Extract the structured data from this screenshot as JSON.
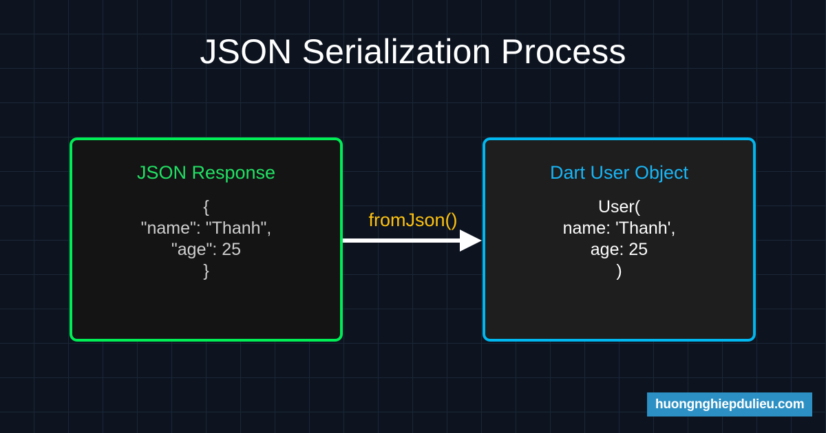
{
  "title": "JSON Serialization Process",
  "theme": {
    "background": "#0d1420",
    "grid_line": "#1b2636",
    "title_color": "#ffffff",
    "green_accent": "#00ee55",
    "cyan_accent": "#00b7f0",
    "amber_accent": "#ffc20e",
    "arrow_color": "#ffffff",
    "watermark_background": "#2d90c4"
  },
  "source_node": {
    "heading": "JSON Response",
    "heading_color": "#21e063",
    "body": "{\n\"name\": \"Thanh\",\n\"age\": 25\n}",
    "border_color": "#00ee55",
    "fill_color": "#141414"
  },
  "target_node": {
    "heading": "Dart User Object",
    "heading_color": "#19b6f6",
    "body": "User(\nname: 'Thanh',\nage: 25\n)",
    "border_color": "#00b7f0",
    "fill_color": "#1e1e1e"
  },
  "connector": {
    "label": "fromJson()",
    "label_color": "#ffc20e",
    "direction": "left-to-right"
  },
  "watermark": {
    "text": "huongnghiepdulieu.com"
  }
}
